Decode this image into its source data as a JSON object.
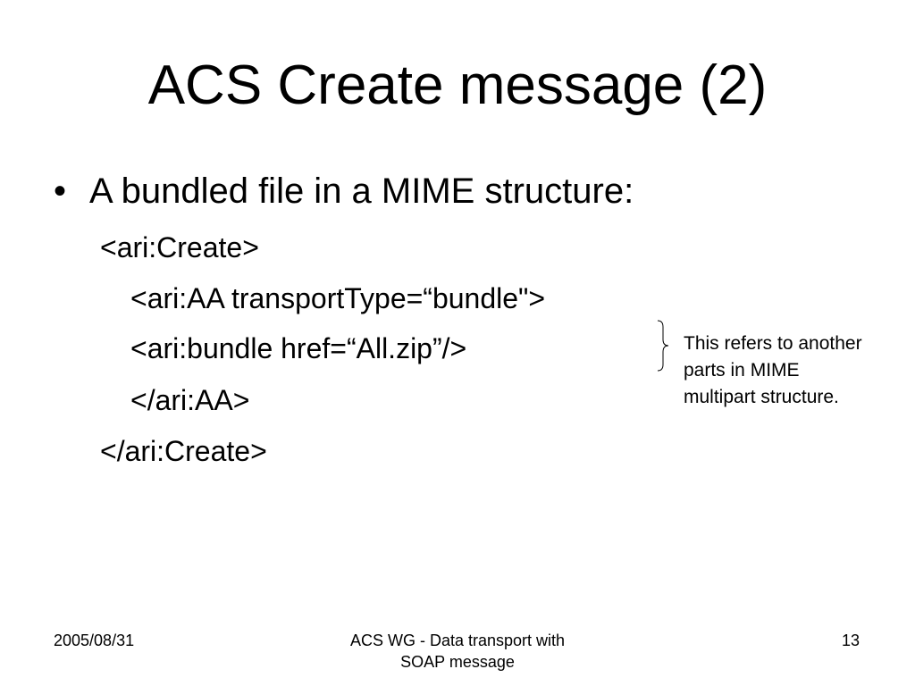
{
  "slide": {
    "title": "ACS Create message (2)",
    "bullet_marker": "•",
    "bullet_text": "A bundled file in a MIME structure:",
    "code_lines": [
      "<ari:Create>",
      "<ari:AA transportType=“bundle\">",
      "<ari:bundle href=“All.zip”/>",
      "</ari:AA>",
      "</ari:Create>"
    ],
    "annotation": {
      "lines": [
        "This refers to another",
        "parts in MIME",
        "multipart structure."
      ]
    }
  },
  "footer": {
    "date": "2005/08/31",
    "center_line1": "ACS WG - Data transport with",
    "center_line2": "SOAP message",
    "page_number": "13"
  },
  "colors": {
    "background": "#ffffff",
    "text": "#000000"
  }
}
